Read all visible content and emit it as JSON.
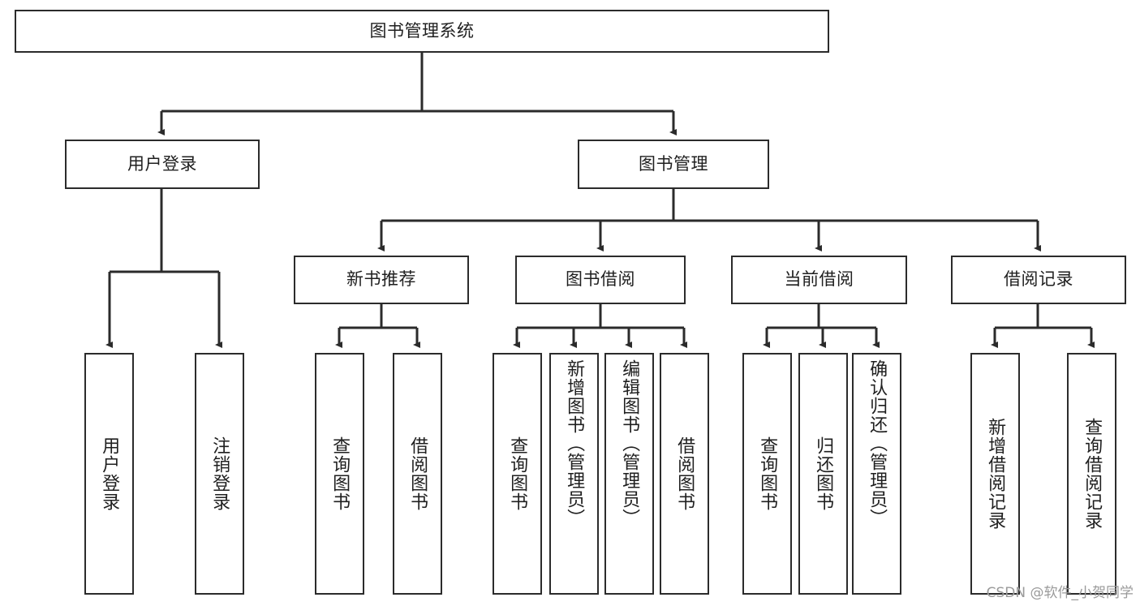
{
  "diagram": {
    "title": "图书管理系统",
    "type": "tree-hierarchy",
    "root": {
      "id": "root",
      "label": "图书管理系统",
      "orientation": "horizontal"
    },
    "level2": [
      {
        "id": "user-login",
        "label": "用户登录",
        "orientation": "horizontal"
      },
      {
        "id": "book-manage",
        "label": "图书管理",
        "orientation": "horizontal"
      }
    ],
    "level3": [
      {
        "id": "new-book-rec",
        "label": "新书推荐",
        "orientation": "horizontal",
        "parent": "book-manage"
      },
      {
        "id": "book-borrow",
        "label": "图书借阅",
        "orientation": "horizontal",
        "parent": "book-manage"
      },
      {
        "id": "current-borrow",
        "label": "当前借阅",
        "orientation": "horizontal",
        "parent": "book-manage"
      },
      {
        "id": "borrow-record",
        "label": "借阅记录",
        "orientation": "horizontal",
        "parent": "book-manage"
      }
    ],
    "leaves": {
      "user_login": [
        {
          "id": "leaf-user-login",
          "label": "用户登录"
        },
        {
          "id": "leaf-user-logout",
          "label": "注销登录"
        }
      ],
      "new_book_rec": [
        {
          "id": "leaf-query-book-1",
          "label": "查询图书"
        },
        {
          "id": "leaf-borrow-book-1",
          "label": "借阅图书"
        }
      ],
      "book_borrow": [
        {
          "id": "leaf-query-book-2",
          "label": "查询图书"
        },
        {
          "id": "leaf-add-book",
          "label": "新增图书（管理员）"
        },
        {
          "id": "leaf-edit-book",
          "label": "编辑图书（管理员）"
        },
        {
          "id": "leaf-borrow-book-2",
          "label": "借阅图书"
        }
      ],
      "current_borrow": [
        {
          "id": "leaf-query-book-3",
          "label": "查询图书"
        },
        {
          "id": "leaf-return-book",
          "label": "归还图书"
        },
        {
          "id": "leaf-confirm-return",
          "label": "确认归还（管理员）"
        }
      ],
      "borrow_record": [
        {
          "id": "leaf-add-record",
          "label": "新增借阅记录"
        },
        {
          "id": "leaf-query-record",
          "label": "查询借阅记录"
        }
      ]
    }
  },
  "watermark": {
    "text": "CSDN @软件_小贺同学"
  },
  "colors": {
    "stroke": "#2b2b2b",
    "fill": "#ffffff",
    "text": "#1f1f1f",
    "watermark": "#9a9a9a",
    "background": "#ffffff"
  }
}
